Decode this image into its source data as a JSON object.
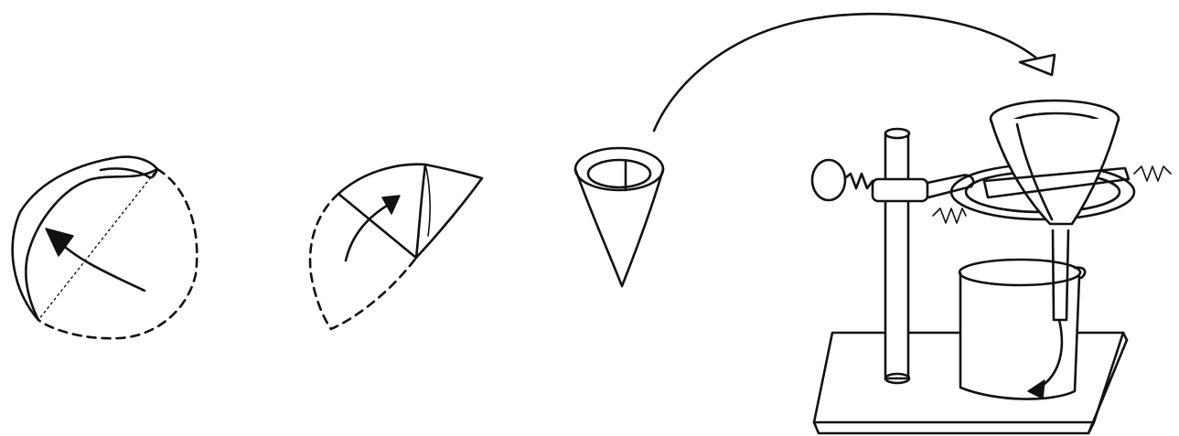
{
  "figure": {
    "steps": [
      {
        "name": "half-fold"
      },
      {
        "name": "quarter-fold"
      },
      {
        "name": "open-cone"
      },
      {
        "name": "funnel-on-ring-stand"
      }
    ],
    "ink_color": "#111111",
    "background_color": "#ffffff"
  }
}
